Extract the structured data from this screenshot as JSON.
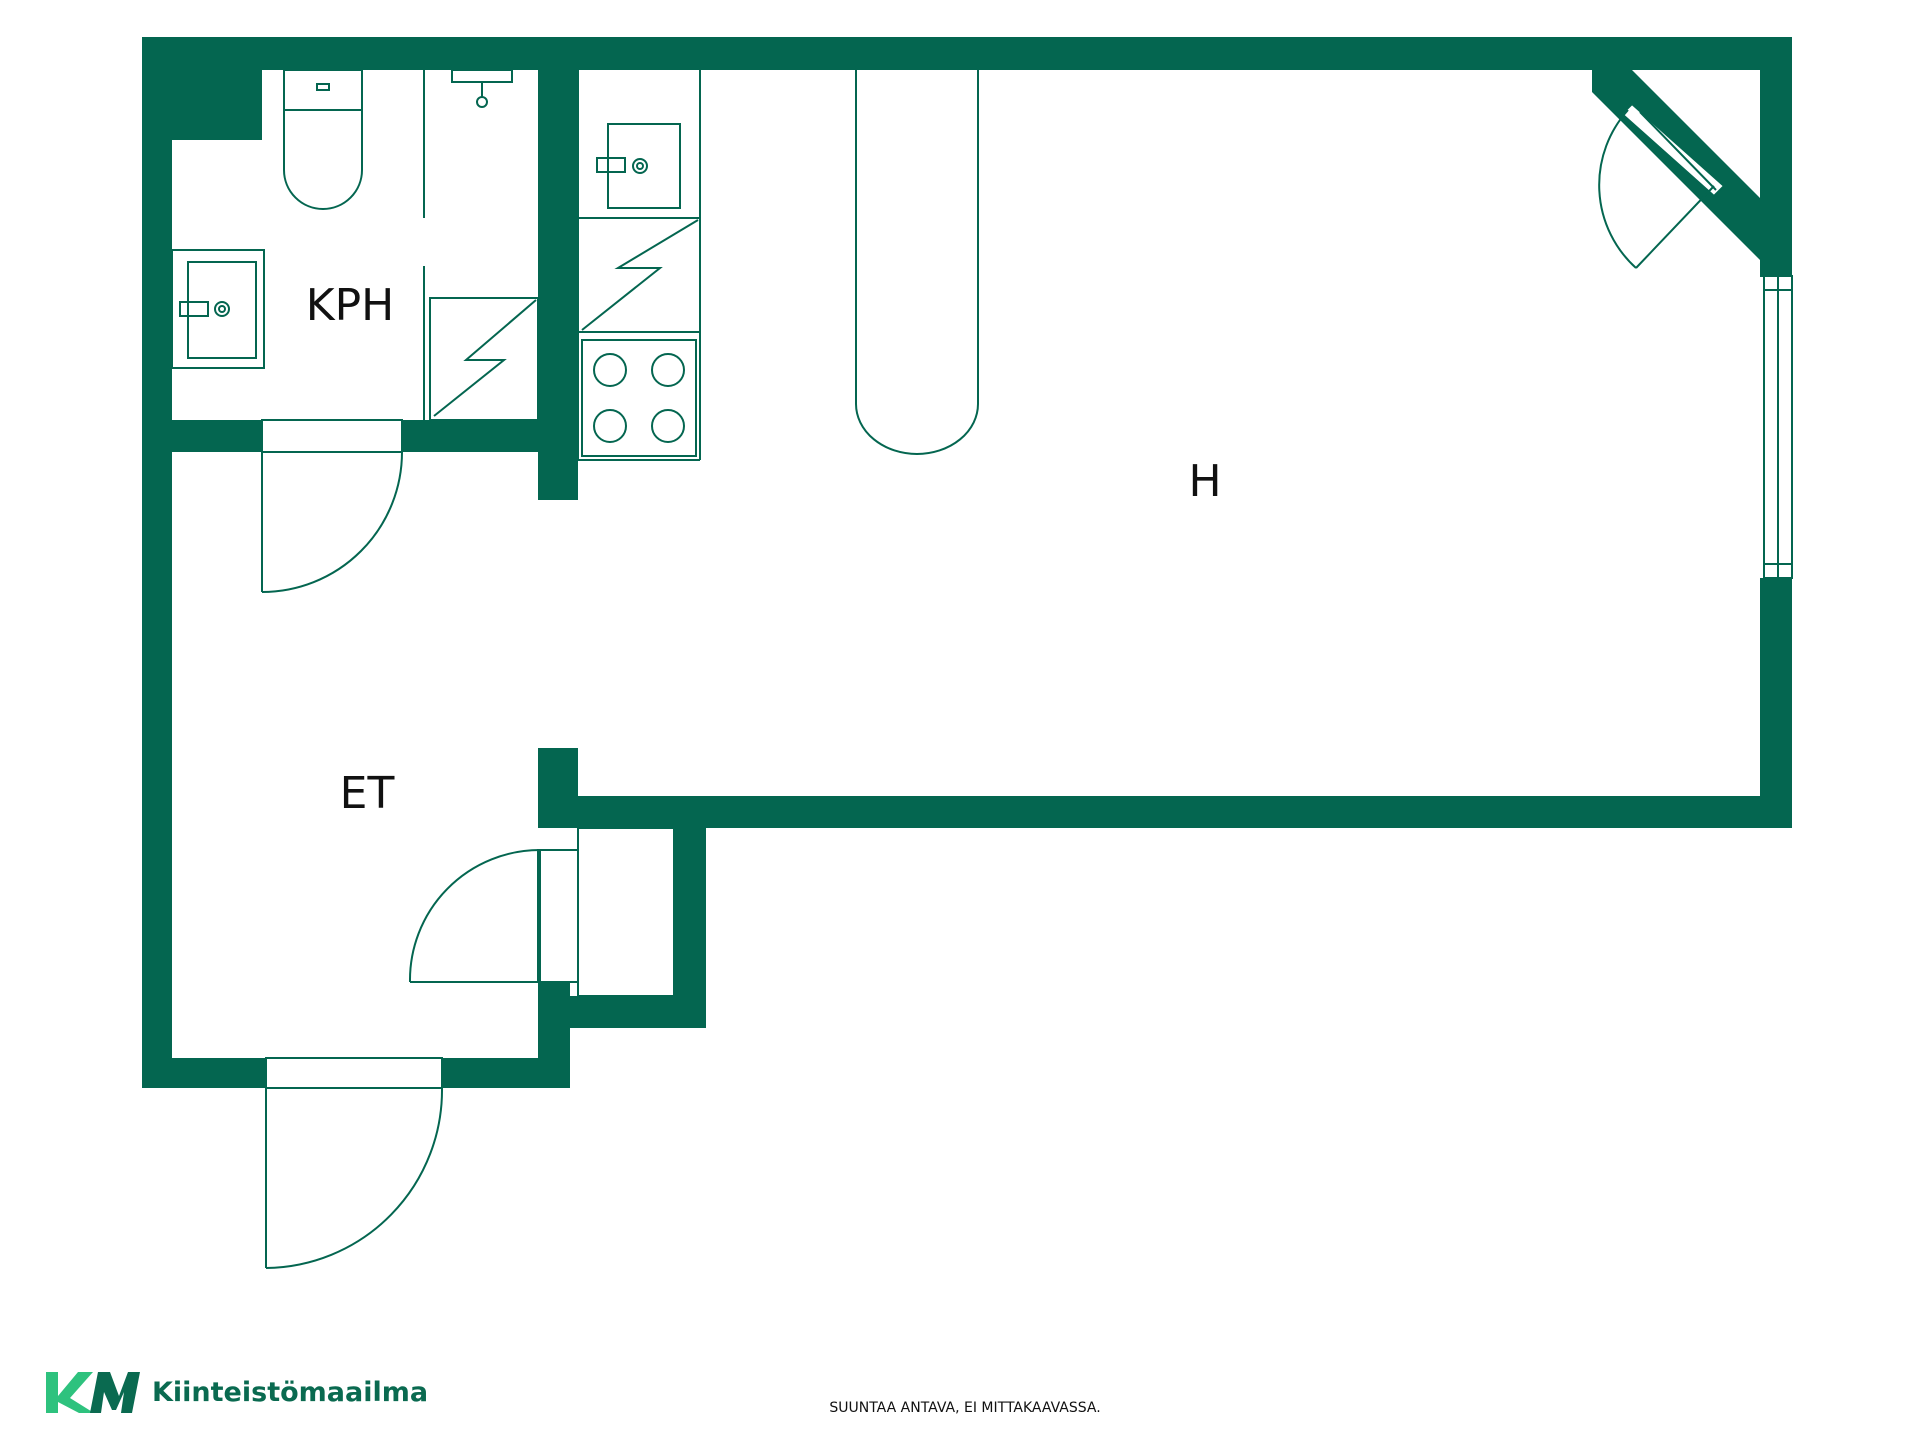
{
  "rooms": {
    "kph": "KPH",
    "h": "H",
    "et": "ET"
  },
  "brand": {
    "logo_mark": "KM",
    "name": "Kiinteistömaailma",
    "icon": "km-logo-icon"
  },
  "disclaimer": "SUUNTAA ANTAVA, EI MITTAKAAVASSA.",
  "colors": {
    "wall": "#046650",
    "line": "#046650",
    "logo_light": "#2ec27e",
    "logo_dark": "#0a6a50",
    "background": "#ffffff",
    "text": "#111111"
  }
}
